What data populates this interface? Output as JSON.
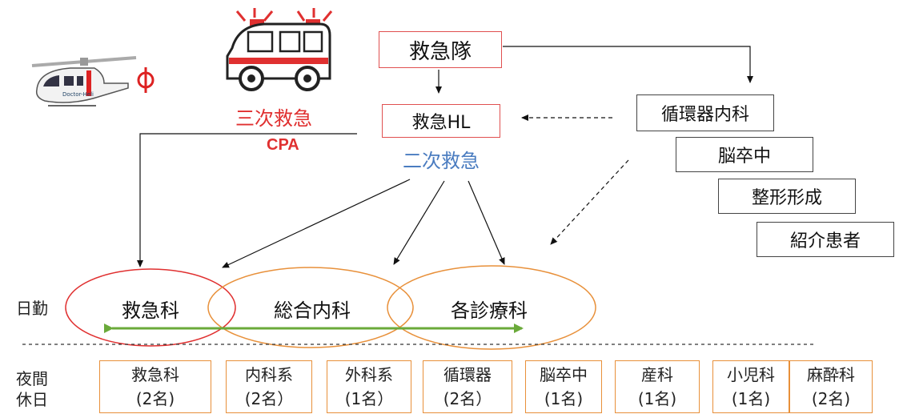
{
  "top": {
    "emergency_team": "救急隊",
    "emergency_hl": "救急HL",
    "tertiary_label": "三次救急",
    "cpa_label": "CPA",
    "secondary_label": "二次救急"
  },
  "referral_sources": [
    "循環器内科",
    "脳卒中",
    "整形形成",
    "紹介患者"
  ],
  "day_shift": {
    "label": "日勤",
    "departments": [
      "救急科",
      "総合内科",
      "各診療科"
    ]
  },
  "night_shift": {
    "label_line1": "夜間",
    "label_line2": "休日",
    "units": [
      {
        "name": "救急科",
        "count": "(2名)"
      },
      {
        "name": "内科系",
        "count": "(2名）"
      },
      {
        "name": "外科系",
        "count": "(1名）"
      },
      {
        "name": "循環器",
        "count": "(2名）"
      },
      {
        "name": "脳卒中",
        "count": "(1名)"
      },
      {
        "name": "産科",
        "count": "(1名)"
      },
      {
        "name": "小児科",
        "count": "(1名)"
      },
      {
        "name": "麻酔科",
        "count": "(2名)"
      }
    ]
  },
  "colors": {
    "red": "#e03030",
    "blue": "#4a7cc0",
    "orange": "#e8903a",
    "green": "#6aaa3a"
  }
}
